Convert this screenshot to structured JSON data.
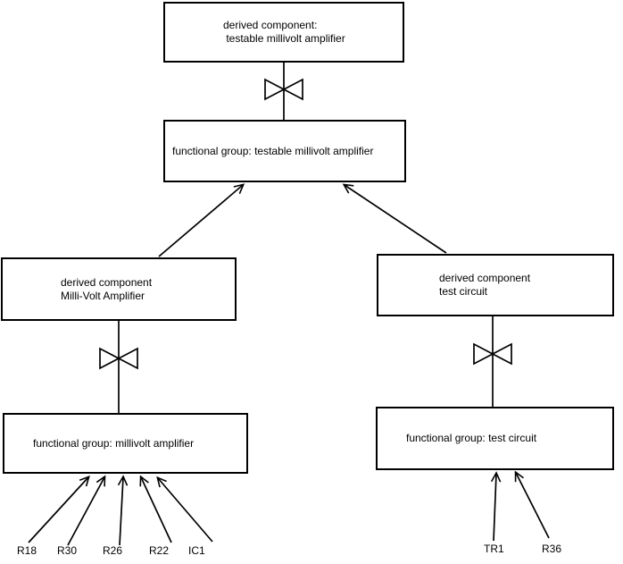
{
  "diagram": {
    "background_color": "#ffffff",
    "line_color": "#000000",
    "boxes": {
      "top_derived": {
        "line1": "derived component:",
        "line2": " testable millivolt amplifier"
      },
      "top_functional": {
        "line1": "functional group: testable millivolt amplifier"
      },
      "left_derived": {
        "line1": "derived component",
        "line2": "Milli-Volt Amplifier"
      },
      "left_functional": {
        "line1": "functional group: millivolt amplifier"
      },
      "right_derived": {
        "line1": "derived component",
        "line2": "test circuit"
      },
      "right_functional": {
        "line1": "functional group: test circuit"
      }
    },
    "components": {
      "left": [
        "R18",
        "R30",
        "R26",
        "R22",
        "IC1"
      ],
      "right": [
        "TR1",
        "R36"
      ]
    }
  }
}
